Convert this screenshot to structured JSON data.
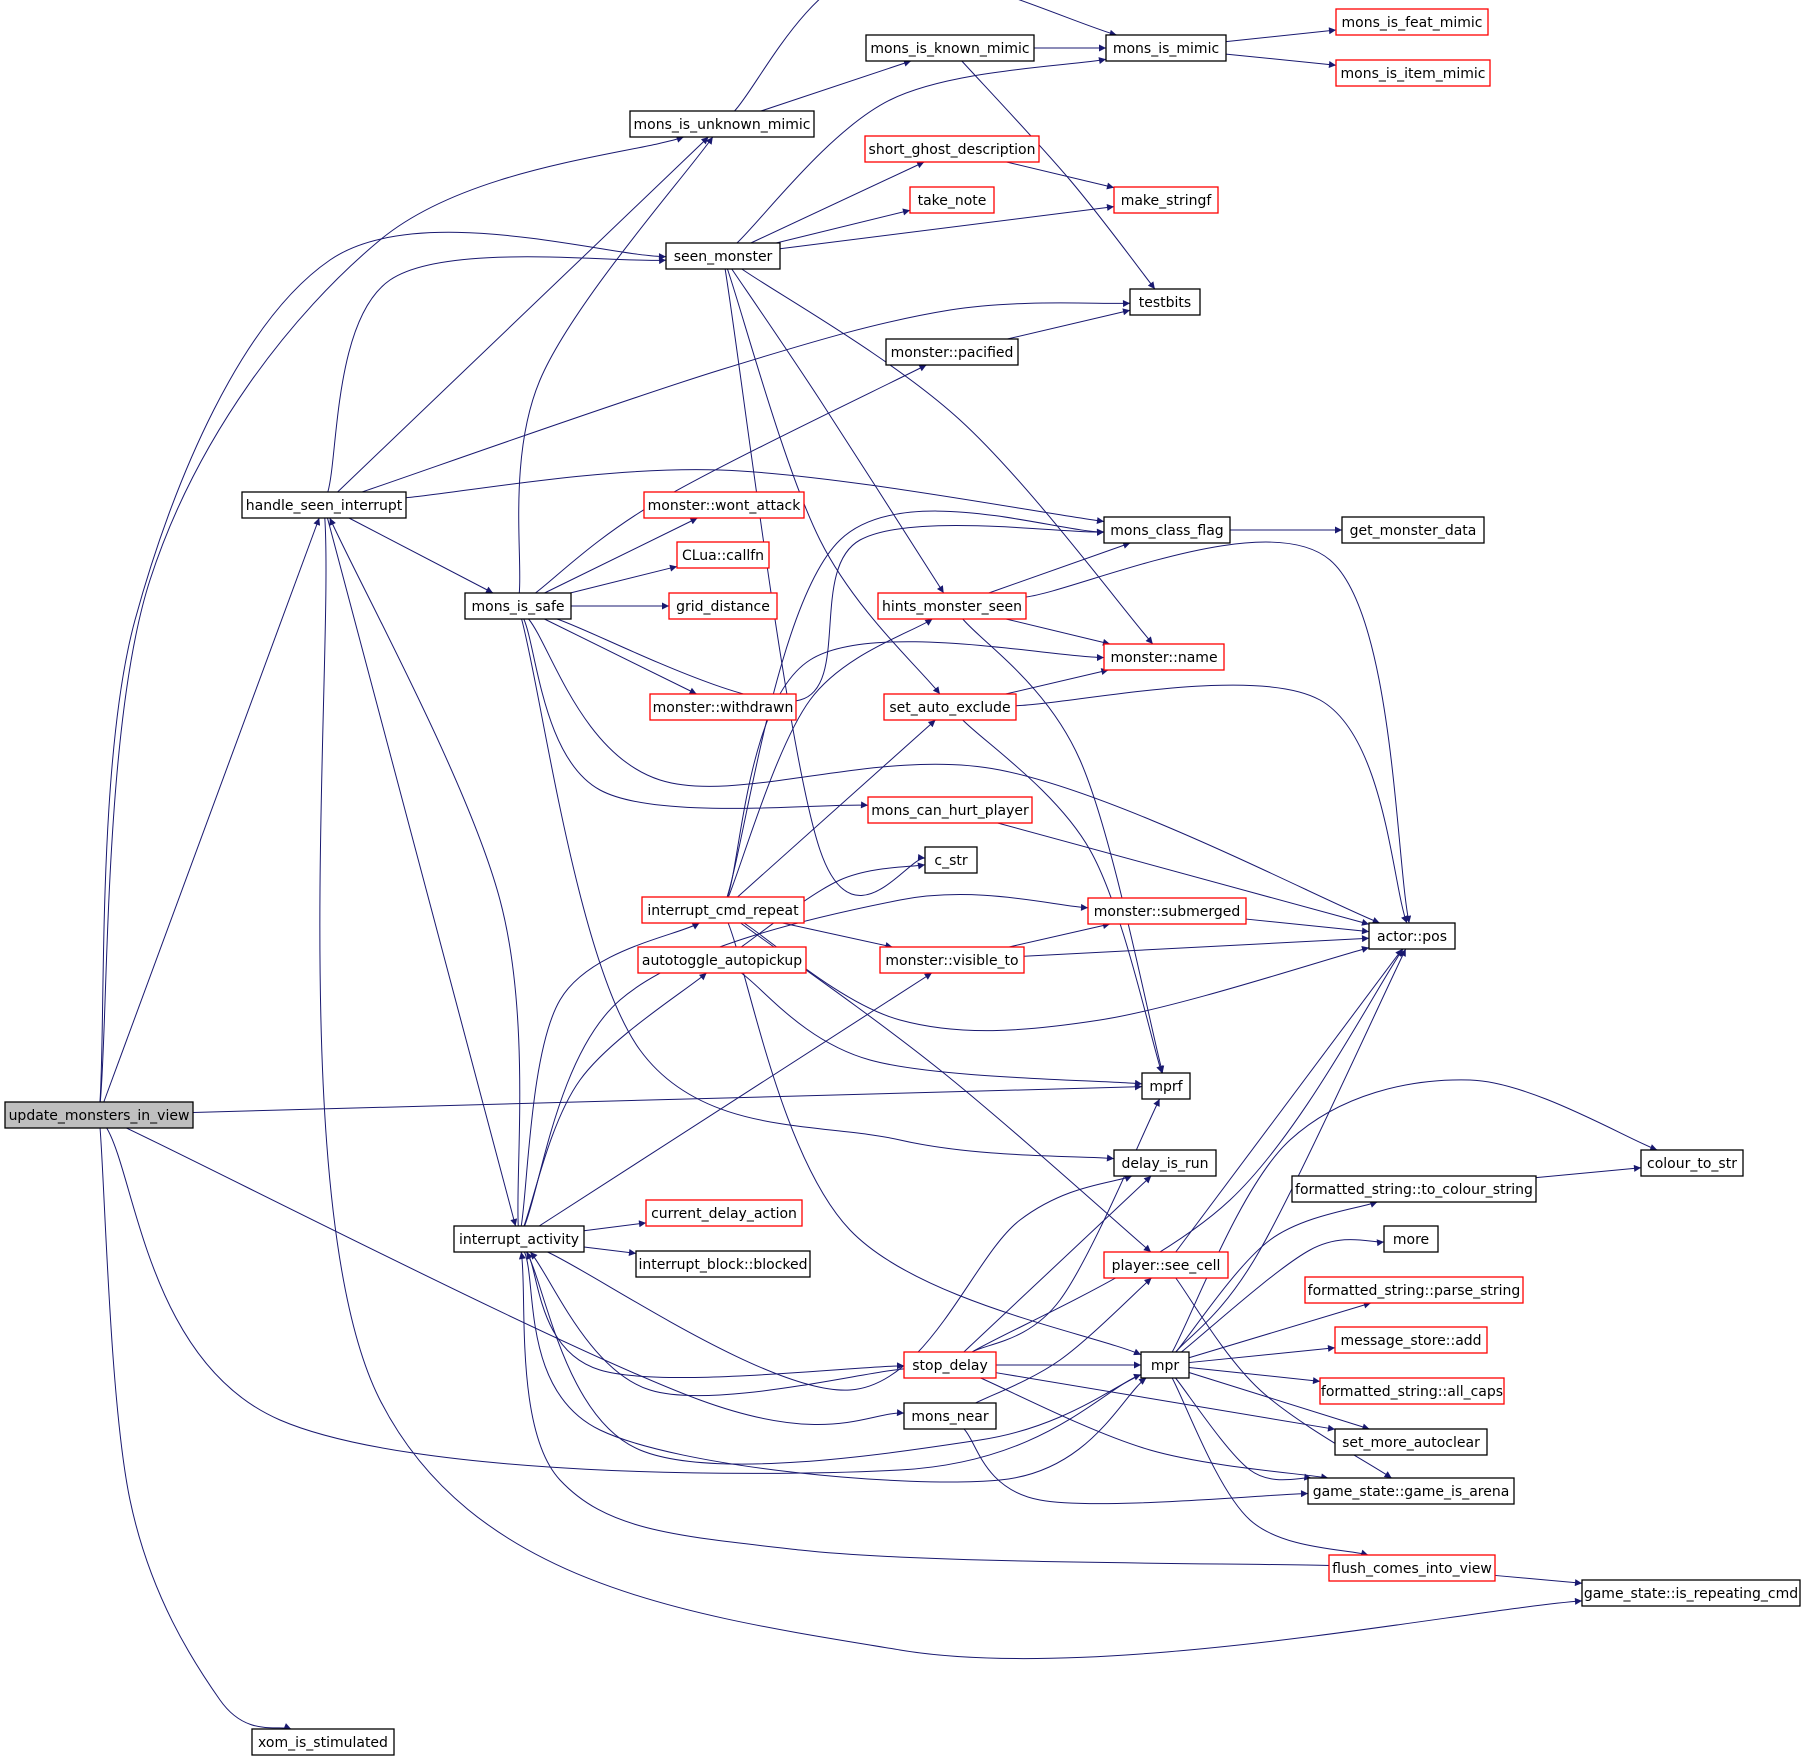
{
  "colors": {
    "edge": "#191970",
    "node_border_black": "#000000",
    "node_border_red": "#ff0000",
    "node_fill": "#ffffff",
    "root_fill": "#bfbfbf"
  },
  "diagram": {
    "root": "update_monsters_in_view",
    "nodes": [
      {
        "id": "update_monsters_in_view",
        "label": "update_monsters_in_view",
        "border": "black",
        "root": true
      },
      {
        "id": "handle_seen_interrupt",
        "label": "handle_seen_interrupt",
        "border": "black"
      },
      {
        "id": "mons_is_unknown_mimic",
        "label": "mons_is_unknown_mimic",
        "border": "black"
      },
      {
        "id": "mons_is_known_mimic",
        "label": "mons_is_known_mimic",
        "border": "black"
      },
      {
        "id": "mons_is_mimic",
        "label": "mons_is_mimic",
        "border": "black"
      },
      {
        "id": "mons_is_feat_mimic",
        "label": "mons_is_feat_mimic",
        "border": "red"
      },
      {
        "id": "mons_is_item_mimic",
        "label": "mons_is_item_mimic",
        "border": "red"
      },
      {
        "id": "short_ghost_description",
        "label": "short_ghost_description",
        "border": "red"
      },
      {
        "id": "take_note",
        "label": "take_note",
        "border": "red"
      },
      {
        "id": "make_stringf",
        "label": "make_stringf",
        "border": "red"
      },
      {
        "id": "seen_monster",
        "label": "seen_monster",
        "border": "black"
      },
      {
        "id": "testbits",
        "label": "testbits",
        "border": "black"
      },
      {
        "id": "monster_pacified",
        "label": "monster::pacified",
        "border": "black"
      },
      {
        "id": "monster_wont_attack",
        "label": "monster::wont_attack",
        "border": "red"
      },
      {
        "id": "mons_class_flag",
        "label": "mons_class_flag",
        "border": "black"
      },
      {
        "id": "get_monster_data",
        "label": "get_monster_data",
        "border": "black"
      },
      {
        "id": "clua_callfn",
        "label": "CLua::callfn",
        "border": "red"
      },
      {
        "id": "mons_is_safe",
        "label": "mons_is_safe",
        "border": "black"
      },
      {
        "id": "grid_distance",
        "label": "grid_distance",
        "border": "red"
      },
      {
        "id": "hints_monster_seen",
        "label": "hints_monster_seen",
        "border": "red"
      },
      {
        "id": "monster_name",
        "label": "monster::name",
        "border": "red"
      },
      {
        "id": "monster_withdrawn",
        "label": "monster::withdrawn",
        "border": "red"
      },
      {
        "id": "set_auto_exclude",
        "label": "set_auto_exclude",
        "border": "red"
      },
      {
        "id": "mons_can_hurt_player",
        "label": "mons_can_hurt_player",
        "border": "red"
      },
      {
        "id": "c_str",
        "label": "c_str",
        "border": "black"
      },
      {
        "id": "interrupt_cmd_repeat",
        "label": "interrupt_cmd_repeat",
        "border": "red"
      },
      {
        "id": "monster_submerged",
        "label": "monster::submerged",
        "border": "red"
      },
      {
        "id": "actor_pos",
        "label": "actor::pos",
        "border": "black"
      },
      {
        "id": "autotoggle_autopickup",
        "label": "autotoggle_autopickup",
        "border": "red"
      },
      {
        "id": "monster_visible_to",
        "label": "monster::visible_to",
        "border": "red"
      },
      {
        "id": "mprf",
        "label": "mprf",
        "border": "black"
      },
      {
        "id": "delay_is_run",
        "label": "delay_is_run",
        "border": "black"
      },
      {
        "id": "colour_to_str",
        "label": "colour_to_str",
        "border": "black"
      },
      {
        "id": "fs_to_colour_string",
        "label": "formatted_string::to_colour_string",
        "border": "black"
      },
      {
        "id": "current_delay_action",
        "label": "current_delay_action",
        "border": "red"
      },
      {
        "id": "interrupt_activity",
        "label": "interrupt_activity",
        "border": "black"
      },
      {
        "id": "interrupt_block_blocked",
        "label": "interrupt_block::blocked",
        "border": "black"
      },
      {
        "id": "more",
        "label": "more",
        "border": "black"
      },
      {
        "id": "player_see_cell",
        "label": "player::see_cell",
        "border": "red"
      },
      {
        "id": "fs_parse_string",
        "label": "formatted_string::parse_string",
        "border": "red"
      },
      {
        "id": "message_store_add",
        "label": "message_store::add",
        "border": "red"
      },
      {
        "id": "stop_delay",
        "label": "stop_delay",
        "border": "red"
      },
      {
        "id": "mpr",
        "label": "mpr",
        "border": "black"
      },
      {
        "id": "fs_all_caps",
        "label": "formatted_string::all_caps",
        "border": "red"
      },
      {
        "id": "mons_near",
        "label": "mons_near",
        "border": "black"
      },
      {
        "id": "set_more_autoclear",
        "label": "set_more_autoclear",
        "border": "black"
      },
      {
        "id": "gs_game_is_arena",
        "label": "game_state::game_is_arena",
        "border": "black"
      },
      {
        "id": "flush_comes_into_view",
        "label": "flush_comes_into_view",
        "border": "red"
      },
      {
        "id": "gs_is_repeating_cmd",
        "label": "game_state::is_repeating_cmd",
        "border": "black"
      },
      {
        "id": "xom_is_stimulated",
        "label": "xom_is_stimulated",
        "border": "black"
      }
    ],
    "edges": [
      [
        "update_monsters_in_view",
        "handle_seen_interrupt"
      ],
      [
        "update_monsters_in_view",
        "mons_is_unknown_mimic"
      ],
      [
        "update_monsters_in_view",
        "seen_monster"
      ],
      [
        "update_monsters_in_view",
        "mprf"
      ],
      [
        "update_monsters_in_view",
        "mons_near"
      ],
      [
        "update_monsters_in_view",
        "mpr"
      ],
      [
        "update_monsters_in_view",
        "xom_is_stimulated"
      ],
      [
        "handle_seen_interrupt",
        "mons_is_unknown_mimic"
      ],
      [
        "handle_seen_interrupt",
        "seen_monster"
      ],
      [
        "handle_seen_interrupt",
        "testbits"
      ],
      [
        "handle_seen_interrupt",
        "mons_class_flag"
      ],
      [
        "handle_seen_interrupt",
        "mons_is_safe"
      ],
      [
        "handle_seen_interrupt",
        "interrupt_activity"
      ],
      [
        "handle_seen_interrupt",
        "gs_is_repeating_cmd"
      ],
      [
        "mons_is_unknown_mimic",
        "mons_is_known_mimic"
      ],
      [
        "mons_is_unknown_mimic",
        "mons_is_mimic"
      ],
      [
        "mons_is_known_mimic",
        "mons_is_mimic"
      ],
      [
        "mons_is_known_mimic",
        "testbits"
      ],
      [
        "mons_is_mimic",
        "mons_is_feat_mimic"
      ],
      [
        "mons_is_mimic",
        "mons_is_item_mimic"
      ],
      [
        "short_ghost_description",
        "make_stringf"
      ],
      [
        "seen_monster",
        "mons_is_mimic"
      ],
      [
        "seen_monster",
        "short_ghost_description"
      ],
      [
        "seen_monster",
        "take_note"
      ],
      [
        "seen_monster",
        "make_stringf"
      ],
      [
        "seen_monster",
        "hints_monster_seen"
      ],
      [
        "seen_monster",
        "monster_name"
      ],
      [
        "seen_monster",
        "set_auto_exclude"
      ],
      [
        "seen_monster",
        "c_str"
      ],
      [
        "monster_pacified",
        "testbits"
      ],
      [
        "mons_class_flag",
        "get_monster_data"
      ],
      [
        "mons_is_safe",
        "mons_is_unknown_mimic"
      ],
      [
        "mons_is_safe",
        "monster_pacified"
      ],
      [
        "mons_is_safe",
        "monster_wont_attack"
      ],
      [
        "mons_is_safe",
        "clua_callfn"
      ],
      [
        "mons_is_safe",
        "grid_distance"
      ],
      [
        "mons_is_safe",
        "mons_class_flag"
      ],
      [
        "mons_is_safe",
        "monster_withdrawn"
      ],
      [
        "mons_is_safe",
        "mons_can_hurt_player"
      ],
      [
        "mons_is_safe",
        "actor_pos"
      ],
      [
        "mons_is_safe",
        "delay_is_run"
      ],
      [
        "hints_monster_seen",
        "mons_class_flag"
      ],
      [
        "hints_monster_seen",
        "monster_name"
      ],
      [
        "hints_monster_seen",
        "actor_pos"
      ],
      [
        "hints_monster_seen",
        "mprf"
      ],
      [
        "set_auto_exclude",
        "monster_name"
      ],
      [
        "set_auto_exclude",
        "actor_pos"
      ],
      [
        "set_auto_exclude",
        "mprf"
      ],
      [
        "mons_can_hurt_player",
        "actor_pos"
      ],
      [
        "interrupt_cmd_repeat",
        "mons_class_flag"
      ],
      [
        "interrupt_cmd_repeat",
        "hints_monster_seen"
      ],
      [
        "interrupt_cmd_repeat",
        "monster_name"
      ],
      [
        "interrupt_cmd_repeat",
        "set_auto_exclude"
      ],
      [
        "interrupt_cmd_repeat",
        "monster_visible_to"
      ],
      [
        "interrupt_cmd_repeat",
        "actor_pos"
      ],
      [
        "interrupt_cmd_repeat",
        "player_see_cell"
      ],
      [
        "interrupt_cmd_repeat",
        "mpr"
      ],
      [
        "monster_submerged",
        "actor_pos"
      ],
      [
        "autotoggle_autopickup",
        "c_str"
      ],
      [
        "autotoggle_autopickup",
        "mprf"
      ],
      [
        "monster_visible_to",
        "monster_submerged"
      ],
      [
        "monster_visible_to",
        "actor_pos"
      ],
      [
        "fs_to_colour_string",
        "colour_to_str"
      ],
      [
        "interrupt_activity",
        "interrupt_cmd_repeat"
      ],
      [
        "interrupt_activity",
        "autotoggle_autopickup"
      ],
      [
        "interrupt_activity",
        "monster_visible_to"
      ],
      [
        "interrupt_activity",
        "monster_submerged"
      ],
      [
        "interrupt_activity",
        "current_delay_action"
      ],
      [
        "interrupt_activity",
        "interrupt_block_blocked"
      ],
      [
        "interrupt_activity",
        "delay_is_run"
      ],
      [
        "interrupt_activity",
        "stop_delay"
      ],
      [
        "interrupt_activity",
        "mpr"
      ],
      [
        "interrupt_activity",
        "handle_seen_interrupt"
      ],
      [
        "player_see_cell",
        "actor_pos"
      ],
      [
        "player_see_cell",
        "gs_game_is_arena"
      ],
      [
        "stop_delay",
        "interrupt_activity"
      ],
      [
        "stop_delay",
        "mprf"
      ],
      [
        "stop_delay",
        "delay_is_run"
      ],
      [
        "stop_delay",
        "mpr"
      ],
      [
        "stop_delay",
        "set_more_autoclear"
      ],
      [
        "stop_delay",
        "gs_game_is_arena"
      ],
      [
        "stop_delay",
        "actor_pos"
      ],
      [
        "mons_near",
        "player_see_cell"
      ],
      [
        "mons_near",
        "gs_game_is_arena"
      ],
      [
        "mpr",
        "colour_to_str"
      ],
      [
        "mpr",
        "fs_to_colour_string"
      ],
      [
        "mpr",
        "more"
      ],
      [
        "mpr",
        "fs_parse_string"
      ],
      [
        "mpr",
        "message_store_add"
      ],
      [
        "mpr",
        "fs_all_caps"
      ],
      [
        "mpr",
        "set_more_autoclear"
      ],
      [
        "mpr",
        "gs_game_is_arena"
      ],
      [
        "mpr",
        "flush_comes_into_view"
      ],
      [
        "mpr",
        "actor_pos"
      ],
      [
        "mpr",
        "interrupt_activity"
      ],
      [
        "flush_comes_into_view",
        "gs_is_repeating_cmd"
      ],
      [
        "flush_comes_into_view",
        "interrupt_activity"
      ]
    ]
  }
}
